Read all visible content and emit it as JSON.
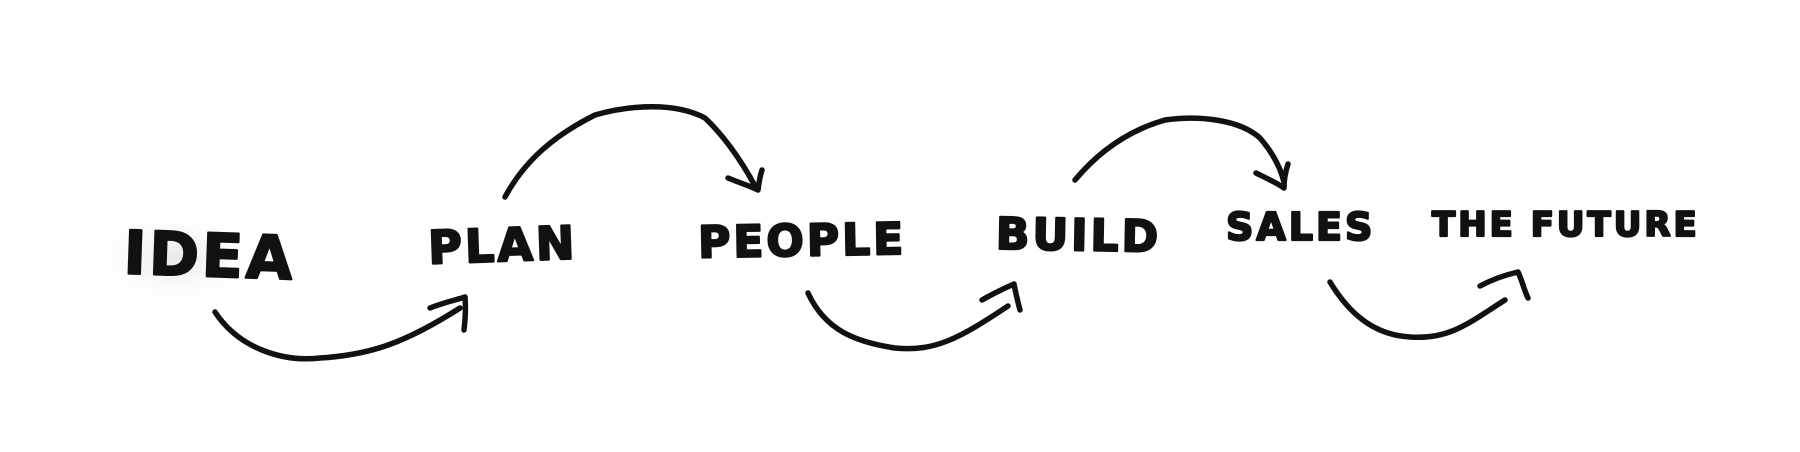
{
  "steps": [
    {
      "label": "IDEA"
    },
    {
      "label": "PLAN"
    },
    {
      "label": "PEOPLE"
    },
    {
      "label": "BUILD"
    },
    {
      "label": "SALES"
    },
    {
      "label": "THE FUTURE"
    }
  ],
  "ink_color": "#111111",
  "background_color": "#ffffff"
}
